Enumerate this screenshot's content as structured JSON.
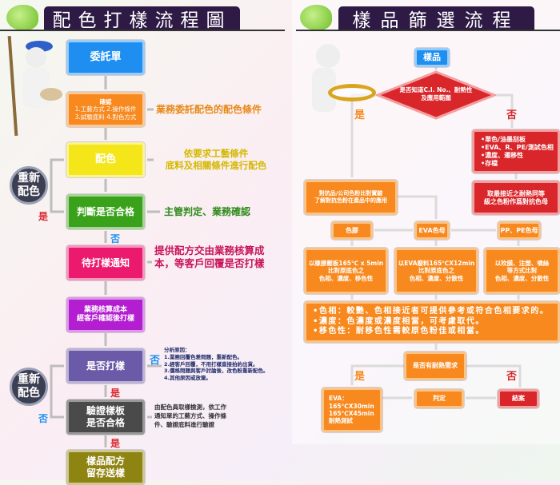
{
  "left": {
    "title": "配色打樣流程圖",
    "steps": {
      "s1": "委託單",
      "s2a": "確認",
      "s2b": "1.工藝方式 2.操作條件",
      "s2c": "3.試驗底料 4.對色方式",
      "s3": "配色",
      "s4": "判斷是否合格",
      "s5": "待打樣通知",
      "s6a": "業務核算成本",
      "s6b": "經客戶確認後打樣",
      "s7": "是否打樣",
      "s8a": "驗證樣板",
      "s8b": "是否合格",
      "s9a": "樣品配方",
      "s9b": "留存送樣"
    },
    "notes": {
      "n2": "業務委託配色的配色條件",
      "n3a": "依要求工藝條件",
      "n3b": "底料及相關條件進行配色",
      "n4": "主管判定、業務確認",
      "n5a": "提供配方交由業務核算成",
      "n5b": "本，等客戶回覆是否打樣",
      "n7a": "分析原因：",
      "n7b": "1.業務回覆色差問題，重新配色。",
      "n7c": "2.經客戶回覆，不用打樣直接拍約出貨。",
      "n7d": "3.價格問題與客戶討論後，改色粉重新配色。",
      "n7e": "4.其他原因或放棄。",
      "n8a": "由配色員取樣檢測，依工作",
      "n8b": "通知單的工藝方式、操作條",
      "n8c": "件、驗證底料進行驗證"
    },
    "recolor_a": "重新",
    "recolor_b": "配色",
    "yes": "是",
    "no": "否"
  },
  "right": {
    "title": "樣品篩選流程",
    "sample": "樣品",
    "decision_a": "是否知道C.I. No.、耐熱性",
    "decision_b": "及應用範圍",
    "yes": "是",
    "no": "否",
    "no_list": [
      "•單色/油墨刮板",
      "•EVA、R、PE/測試色相",
      "•濃度、遷移性",
      "•存檔"
    ],
    "no_next_a": "取最接近之耐熱同等",
    "no_next_b": "級之色粉作爲對抗色母",
    "yes_box_a": "對抗品/公司色粉比對實驗",
    "yes_box_b": "了解對抗色粉在產品中的應用",
    "types": [
      "色膠",
      "EVA色母",
      "PP、PE色母"
    ],
    "tests": [
      [
        "以橡膠壓板165℃ x 5min",
        "比對原底色之",
        "色相、濃度、移色性"
      ],
      [
        "以EVA廢料165℃X12min",
        "比對原底色之",
        "色相、濃度、分散性"
      ],
      [
        "以吹膜、注塑、噴絲",
        "等方式比對",
        "色相、濃度、分散性"
      ]
    ],
    "criteria": [
      "•色相：較艷、色相接近者可提供參考或符合色相要求的。",
      "•濃度：色濃度或濃度相當，可考慮取代。",
      "•移色性：耐移色性需較原色粉佳或相當。"
    ],
    "heat_q": "是否有耐熱需求",
    "eva": [
      "EVA：",
      "165℃X30min",
      "165℃X45min",
      "耐熱測試"
    ],
    "judge": "判定",
    "close": "結案"
  },
  "colors": {
    "blue": "#1e8ff0",
    "orange": "#f7891f",
    "yellow": "#f5e61a",
    "green": "#3aa21a",
    "pink": "#ec1a6e",
    "purple": "#b21ed0",
    "slate": "#6a5aa8",
    "gray": "#4a4a4a",
    "olive": "#8e8412",
    "red": "#d9262b",
    "title": "#2e1a45"
  }
}
